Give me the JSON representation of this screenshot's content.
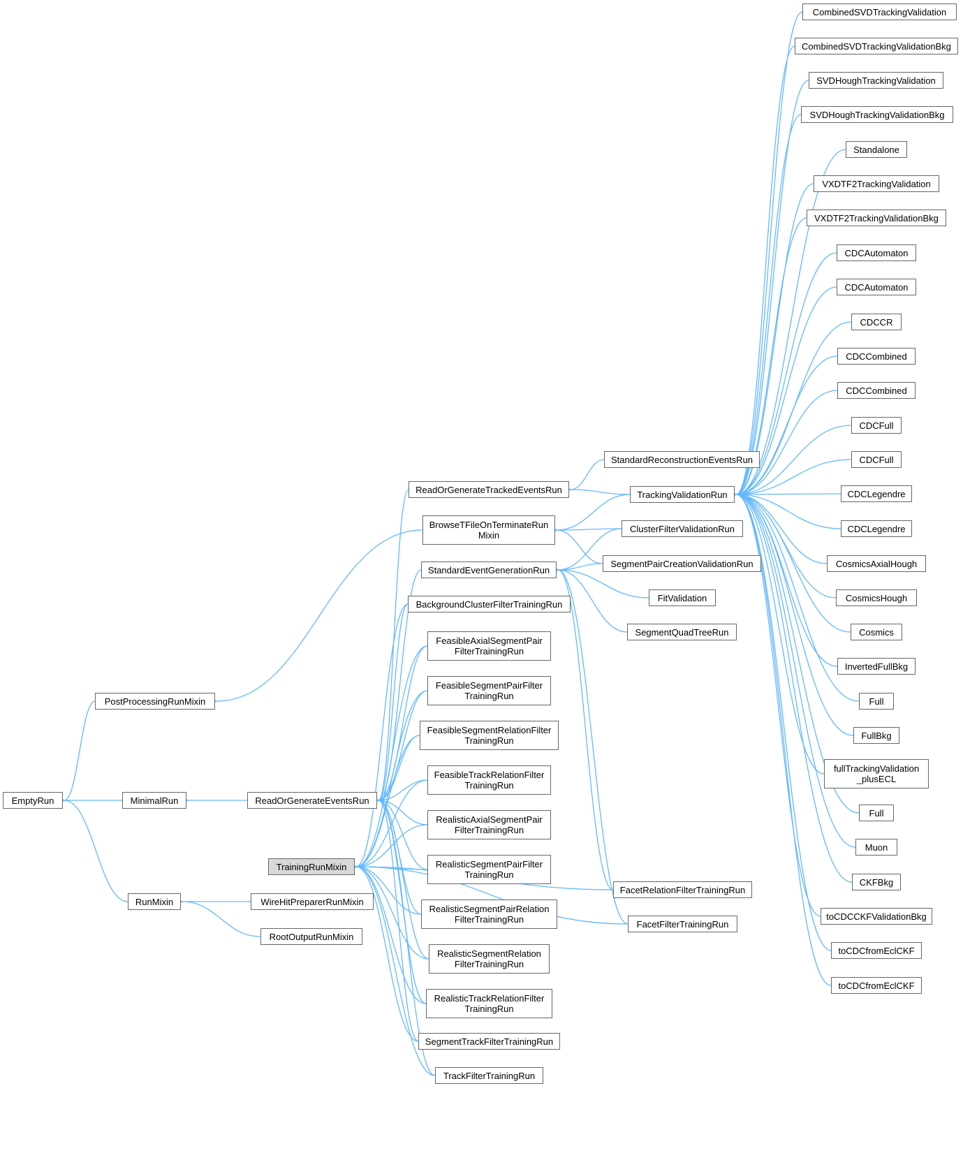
{
  "colors": {
    "edge": "#63b8ff",
    "node_border": "#666666",
    "highlight_fill": "#d9d9d9"
  },
  "nodes": [
    {
      "id": "EmptyRun",
      "label": "EmptyRun"
    },
    {
      "id": "PostProcessingRunMixin",
      "label": "PostProcessingRunMixin"
    },
    {
      "id": "MinimalRun",
      "label": "MinimalRun"
    },
    {
      "id": "RunMixin",
      "label": "RunMixin"
    },
    {
      "id": "ReadOrGenerateEventsRun",
      "label": "ReadOrGenerateEventsRun"
    },
    {
      "id": "TrainingRunMixin",
      "label": "TrainingRunMixin",
      "highlight": true
    },
    {
      "id": "WireHitPreparerRunMixin",
      "label": "WireHitPreparerRunMixin"
    },
    {
      "id": "RootOutputRunMixin",
      "label": "RootOutputRunMixin"
    },
    {
      "id": "ReadOrGenerateTrackedEventsRun",
      "label": "ReadOrGenerateTrackedEventsRun"
    },
    {
      "id": "BrowseTFileOnTerminateRunMixin",
      "label": "BrowseTFileOnTerminateRun\nMixin"
    },
    {
      "id": "StandardEventGenerationRun",
      "label": "StandardEventGenerationRun"
    },
    {
      "id": "BackgroundClusterFilterTrainingRun",
      "label": "BackgroundClusterFilterTrainingRun"
    },
    {
      "id": "FeasibleAxialSegmentPairFilterTrainingRun",
      "label": "FeasibleAxialSegmentPair\nFilterTrainingRun"
    },
    {
      "id": "FeasibleSegmentPairFilterTrainingRun",
      "label": "FeasibleSegmentPairFilter\nTrainingRun"
    },
    {
      "id": "FeasibleSegmentRelationFilterTrainingRun",
      "label": "FeasibleSegmentRelationFilter\nTrainingRun"
    },
    {
      "id": "FeasibleTrackRelationFilterTrainingRun",
      "label": "FeasibleTrackRelationFilter\nTrainingRun"
    },
    {
      "id": "RealisticAxialSegmentPairFilterTrainingRun",
      "label": "RealisticAxialSegmentPair\nFilterTrainingRun"
    },
    {
      "id": "RealisticSegmentPairFilterTrainingRun",
      "label": "RealisticSegmentPairFilter\nTrainingRun"
    },
    {
      "id": "RealisticSegmentPairRelationFilterTrainingRun",
      "label": "RealisticSegmentPairRelation\nFilterTrainingRun"
    },
    {
      "id": "RealisticSegmentRelationFilterTrainingRun",
      "label": "RealisticSegmentRelation\nFilterTrainingRun"
    },
    {
      "id": "RealisticTrackRelationFilterTrainingRun",
      "label": "RealisticTrackRelationFilter\nTrainingRun"
    },
    {
      "id": "SegmentTrackFilterTrainingRun",
      "label": "SegmentTrackFilterTrainingRun"
    },
    {
      "id": "TrackFilterTrainingRun",
      "label": "TrackFilterTrainingRun"
    },
    {
      "id": "StandardReconstructionEventsRun",
      "label": "StandardReconstructionEventsRun"
    },
    {
      "id": "TrackingValidationRun",
      "label": "TrackingValidationRun"
    },
    {
      "id": "ClusterFilterValidationRun",
      "label": "ClusterFilterValidationRun"
    },
    {
      "id": "SegmentPairCreationValidationRun",
      "label": "SegmentPairCreationValidationRun"
    },
    {
      "id": "FitValidation",
      "label": "FitValidation"
    },
    {
      "id": "SegmentQuadTreeRun",
      "label": "SegmentQuadTreeRun"
    },
    {
      "id": "FacetRelationFilterTrainingRun",
      "label": "FacetRelationFilterTrainingRun"
    },
    {
      "id": "FacetFilterTrainingRun",
      "label": "FacetFilterTrainingRun"
    },
    {
      "id": "r1",
      "label": "CombinedSVDTrackingValidation"
    },
    {
      "id": "r2",
      "label": "CombinedSVDTrackingValidationBkg"
    },
    {
      "id": "r3",
      "label": "SVDHoughTrackingValidation"
    },
    {
      "id": "r4",
      "label": "SVDHoughTrackingValidationBkg"
    },
    {
      "id": "r5",
      "label": "Standalone"
    },
    {
      "id": "r6",
      "label": "VXDTF2TrackingValidation"
    },
    {
      "id": "r7",
      "label": "VXDTF2TrackingValidationBkg"
    },
    {
      "id": "r8",
      "label": "CDCAutomaton"
    },
    {
      "id": "r9",
      "label": "CDCAutomaton"
    },
    {
      "id": "r10",
      "label": "CDCCR"
    },
    {
      "id": "r11",
      "label": "CDCCombined"
    },
    {
      "id": "r12",
      "label": "CDCCombined"
    },
    {
      "id": "r13",
      "label": "CDCFull"
    },
    {
      "id": "r14",
      "label": "CDCFull"
    },
    {
      "id": "r15",
      "label": "CDCLegendre"
    },
    {
      "id": "r16",
      "label": "CDCLegendre"
    },
    {
      "id": "r17",
      "label": "CosmicsAxialHough"
    },
    {
      "id": "r18",
      "label": "CosmicsHough"
    },
    {
      "id": "r19",
      "label": "Cosmics"
    },
    {
      "id": "r20",
      "label": "InvertedFullBkg"
    },
    {
      "id": "r21",
      "label": "Full"
    },
    {
      "id": "r22",
      "label": "FullBkg"
    },
    {
      "id": "r23",
      "label": "fullTrackingValidation\n_plusECL"
    },
    {
      "id": "r24",
      "label": "Full"
    },
    {
      "id": "r25",
      "label": "Muon"
    },
    {
      "id": "r26",
      "label": "CKFBkg"
    },
    {
      "id": "r27",
      "label": "toCDCCKFValidationBkg"
    },
    {
      "id": "r28",
      "label": "toCDCfromEclCKF"
    },
    {
      "id": "r29",
      "label": "toCDCfromEclCKF"
    }
  ],
  "edges": [
    [
      "PostProcessingRunMixin",
      "EmptyRun"
    ],
    [
      "MinimalRun",
      "EmptyRun"
    ],
    [
      "RunMixin",
      "EmptyRun"
    ],
    [
      "BrowseTFileOnTerminateRunMixin",
      "PostProcessingRunMixin"
    ],
    [
      "ReadOrGenerateEventsRun",
      "MinimalRun"
    ],
    [
      "WireHitPreparerRunMixin",
      "RunMixin"
    ],
    [
      "RootOutputRunMixin",
      "RunMixin"
    ],
    [
      "ReadOrGenerateTrackedEventsRun",
      "ReadOrGenerateEventsRun"
    ],
    [
      "StandardEventGenerationRun",
      "ReadOrGenerateEventsRun"
    ],
    [
      "BackgroundClusterFilterTrainingRun",
      "ReadOrGenerateEventsRun"
    ],
    [
      "FeasibleAxialSegmentPairFilterTrainingRun",
      "ReadOrGenerateEventsRun"
    ],
    [
      "FeasibleSegmentPairFilterTrainingRun",
      "ReadOrGenerateEventsRun"
    ],
    [
      "FeasibleSegmentRelationFilterTrainingRun",
      "ReadOrGenerateEventsRun"
    ],
    [
      "FeasibleTrackRelationFilterTrainingRun",
      "ReadOrGenerateEventsRun"
    ],
    [
      "RealisticAxialSegmentPairFilterTrainingRun",
      "ReadOrGenerateEventsRun"
    ],
    [
      "RealisticSegmentPairFilterTrainingRun",
      "ReadOrGenerateEventsRun"
    ],
    [
      "RealisticSegmentPairRelationFilterTrainingRun",
      "ReadOrGenerateEventsRun"
    ],
    [
      "RealisticSegmentRelationFilterTrainingRun",
      "ReadOrGenerateEventsRun"
    ],
    [
      "RealisticTrackRelationFilterTrainingRun",
      "ReadOrGenerateEventsRun"
    ],
    [
      "SegmentTrackFilterTrainingRun",
      "ReadOrGenerateEventsRun"
    ],
    [
      "TrackFilterTrainingRun",
      "ReadOrGenerateEventsRun"
    ],
    [
      "BackgroundClusterFilterTrainingRun",
      "TrainingRunMixin"
    ],
    [
      "FeasibleAxialSegmentPairFilterTrainingRun",
      "TrainingRunMixin"
    ],
    [
      "FeasibleSegmentPairFilterTrainingRun",
      "TrainingRunMixin"
    ],
    [
      "FeasibleSegmentRelationFilterTrainingRun",
      "TrainingRunMixin"
    ],
    [
      "FeasibleTrackRelationFilterTrainingRun",
      "TrainingRunMixin"
    ],
    [
      "RealisticAxialSegmentPairFilterTrainingRun",
      "TrainingRunMixin"
    ],
    [
      "RealisticSegmentPairFilterTrainingRun",
      "TrainingRunMixin"
    ],
    [
      "RealisticSegmentPairRelationFilterTrainingRun",
      "TrainingRunMixin"
    ],
    [
      "RealisticSegmentRelationFilterTrainingRun",
      "TrainingRunMixin"
    ],
    [
      "RealisticTrackRelationFilterTrainingRun",
      "TrainingRunMixin"
    ],
    [
      "SegmentTrackFilterTrainingRun",
      "TrainingRunMixin"
    ],
    [
      "TrackFilterTrainingRun",
      "TrainingRunMixin"
    ],
    [
      "FacetRelationFilterTrainingRun",
      "TrainingRunMixin"
    ],
    [
      "FacetFilterTrainingRun",
      "TrainingRunMixin"
    ],
    [
      "StandardReconstructionEventsRun",
      "ReadOrGenerateTrackedEventsRun"
    ],
    [
      "TrackingValidationRun",
      "ReadOrGenerateTrackedEventsRun"
    ],
    [
      "TrackingValidationRun",
      "BrowseTFileOnTerminateRunMixin"
    ],
    [
      "ClusterFilterValidationRun",
      "BrowseTFileOnTerminateRunMixin"
    ],
    [
      "SegmentPairCreationValidationRun",
      "BrowseTFileOnTerminateRunMixin"
    ],
    [
      "ClusterFilterValidationRun",
      "StandardEventGenerationRun"
    ],
    [
      "SegmentPairCreationValidationRun",
      "StandardEventGenerationRun"
    ],
    [
      "FitValidation",
      "StandardEventGenerationRun"
    ],
    [
      "SegmentQuadTreeRun",
      "StandardEventGenerationRun"
    ],
    [
      "FacetRelationFilterTrainingRun",
      "StandardEventGenerationRun"
    ],
    [
      "FacetFilterTrainingRun",
      "StandardEventGenerationRun"
    ],
    [
      "r1",
      "TrackingValidationRun"
    ],
    [
      "r2",
      "TrackingValidationRun"
    ],
    [
      "r3",
      "TrackingValidationRun"
    ],
    [
      "r4",
      "TrackingValidationRun"
    ],
    [
      "r5",
      "TrackingValidationRun"
    ],
    [
      "r6",
      "TrackingValidationRun"
    ],
    [
      "r7",
      "TrackingValidationRun"
    ],
    [
      "r8",
      "TrackingValidationRun"
    ],
    [
      "r9",
      "TrackingValidationRun"
    ],
    [
      "r10",
      "TrackingValidationRun"
    ],
    [
      "r11",
      "TrackingValidationRun"
    ],
    [
      "r12",
      "TrackingValidationRun"
    ],
    [
      "r13",
      "TrackingValidationRun"
    ],
    [
      "r14",
      "TrackingValidationRun"
    ],
    [
      "r15",
      "TrackingValidationRun"
    ],
    [
      "r16",
      "TrackingValidationRun"
    ],
    [
      "r17",
      "TrackingValidationRun"
    ],
    [
      "r18",
      "TrackingValidationRun"
    ],
    [
      "r19",
      "TrackingValidationRun"
    ],
    [
      "r20",
      "TrackingValidationRun"
    ],
    [
      "r21",
      "TrackingValidationRun"
    ],
    [
      "r22",
      "TrackingValidationRun"
    ],
    [
      "r23",
      "TrackingValidationRun"
    ],
    [
      "r24",
      "TrackingValidationRun"
    ],
    [
      "r25",
      "TrackingValidationRun"
    ],
    [
      "r26",
      "TrackingValidationRun"
    ],
    [
      "r27",
      "TrackingValidationRun"
    ],
    [
      "r28",
      "TrackingValidationRun"
    ],
    [
      "r29",
      "TrackingValidationRun"
    ]
  ]
}
